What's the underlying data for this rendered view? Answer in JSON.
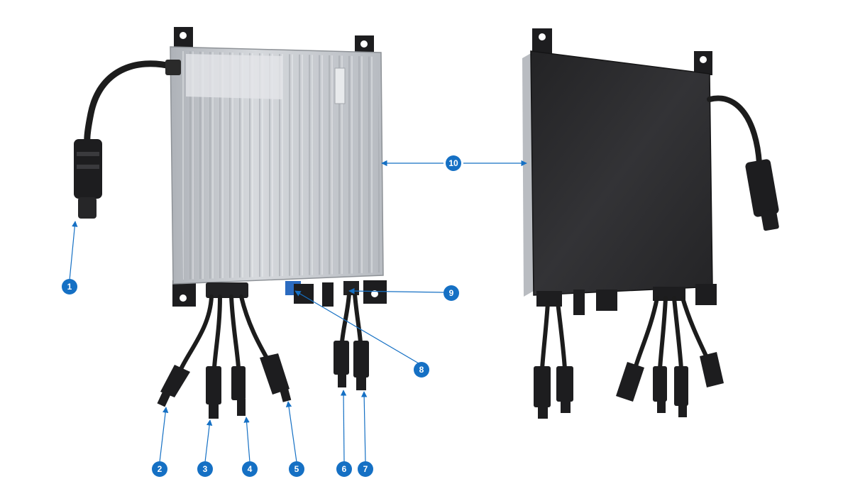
{
  "colors": {
    "accent": "#1570c4",
    "front_body": "#c9ccd1",
    "rear_body": "#2a2a2c",
    "cable": "#1c1c1c"
  },
  "callouts": [
    {
      "id": "1",
      "label": "1"
    },
    {
      "id": "2",
      "label": "2"
    },
    {
      "id": "3",
      "label": "3"
    },
    {
      "id": "4",
      "label": "4"
    },
    {
      "id": "5",
      "label": "5"
    },
    {
      "id": "6",
      "label": "6"
    },
    {
      "id": "7",
      "label": "7"
    },
    {
      "id": "8",
      "label": "8"
    },
    {
      "id": "9",
      "label": "9"
    },
    {
      "id": "10",
      "label": "10"
    }
  ]
}
